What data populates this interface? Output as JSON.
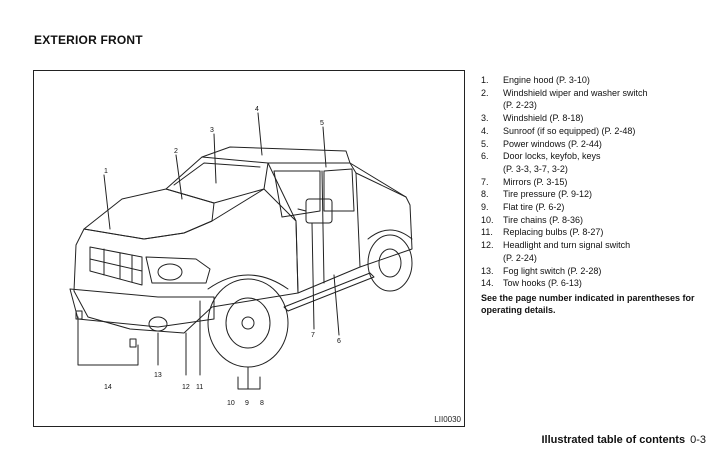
{
  "header": {
    "title": "EXTERIOR FRONT"
  },
  "figure": {
    "code": "LII0030",
    "callouts": [
      "1",
      "2",
      "3",
      "4",
      "5",
      "6",
      "7",
      "8",
      "9",
      "10",
      "11",
      "12",
      "13",
      "14"
    ]
  },
  "items": [
    {
      "num": "1.",
      "text": "Engine hood (P. 3-10)"
    },
    {
      "num": "2.",
      "text": "Windshield wiper and washer switch",
      "cont": "(P. 2-23)"
    },
    {
      "num": "3.",
      "text": "Windshield (P. 8-18)"
    },
    {
      "num": "4.",
      "text": "Sunroof (if so equipped) (P. 2-48)"
    },
    {
      "num": "5.",
      "text": "Power windows (P. 2-44)"
    },
    {
      "num": "6.",
      "text": "Door locks, keyfob, keys",
      "cont": "(P. 3-3, 3-7, 3-2)"
    },
    {
      "num": "7.",
      "text": "Mirrors (P. 3-15)"
    },
    {
      "num": "8.",
      "text": "Tire pressure (P. 9-12)"
    },
    {
      "num": "9.",
      "text": "Flat tire (P. 6-2)"
    },
    {
      "num": "10.",
      "text": "Tire chains (P. 8-36)"
    },
    {
      "num": "11.",
      "text": "Replacing bulbs (P. 8-27)"
    },
    {
      "num": "12.",
      "text": "Headlight and turn signal switch",
      "cont": "(P. 2-24)"
    },
    {
      "num": "13.",
      "text": "Fog light switch (P. 2-28)"
    },
    {
      "num": "14.",
      "text": "Tow hooks (P. 6-13)"
    }
  ],
  "note": "See the page number indicated in parentheses for operating details.",
  "footer": {
    "section": "Illustrated table of contents",
    "page": "0-3"
  }
}
